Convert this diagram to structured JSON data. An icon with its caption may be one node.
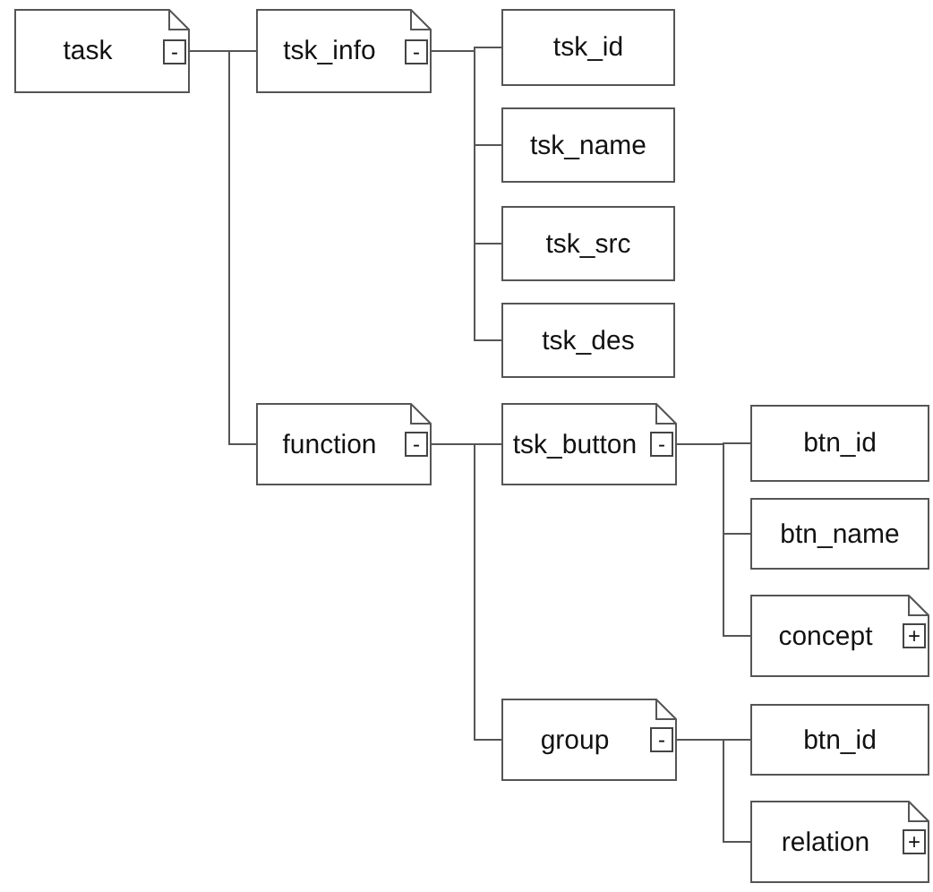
{
  "diagram": {
    "nodes": [
      {
        "text": [
          "task",
          "-"
        ]
      },
      {
        "text": [
          "tsk_info",
          "-"
        ]
      },
      {
        "text": [
          "tsk_id"
        ]
      },
      {
        "text": [
          "tsk_name"
        ]
      },
      {
        "text": [
          "tsk_src"
        ]
      },
      {
        "text": [
          "tsk_des"
        ]
      },
      {
        "text": [
          "function",
          "-"
        ]
      },
      {
        "text": [
          "tsk_button",
          "-"
        ]
      },
      {
        "text": [
          "btn_id"
        ]
      },
      {
        "text": [
          "btn_name"
        ]
      },
      {
        "text": [
          "concept",
          "+"
        ]
      },
      {
        "text": [
          "group",
          "-"
        ]
      },
      {
        "text": [
          "btn_id"
        ]
      },
      {
        "text": [
          "relation",
          "+"
        ]
      }
    ],
    "edges": [
      {
        "from": 0,
        "to": 1,
        "arrow": "none"
      },
      {
        "from": 0,
        "to": 6,
        "arrow": "none"
      },
      {
        "from": 1,
        "to": 2,
        "arrow": "none"
      },
      {
        "from": 1,
        "to": 3,
        "arrow": "none"
      },
      {
        "from": 1,
        "to": 4,
        "arrow": "none"
      },
      {
        "from": 1,
        "to": 5,
        "arrow": "none"
      },
      {
        "from": 6,
        "to": 7,
        "arrow": "none"
      },
      {
        "from": 6,
        "to": 11,
        "arrow": "none"
      },
      {
        "from": 7,
        "to": 8,
        "arrow": "none"
      },
      {
        "from": 7,
        "to": 9,
        "arrow": "none"
      },
      {
        "from": 7,
        "to": 10,
        "arrow": "none"
      },
      {
        "from": 11,
        "to": 12,
        "arrow": "none"
      },
      {
        "from": 11,
        "to": 13,
        "arrow": "none"
      }
    ]
  }
}
